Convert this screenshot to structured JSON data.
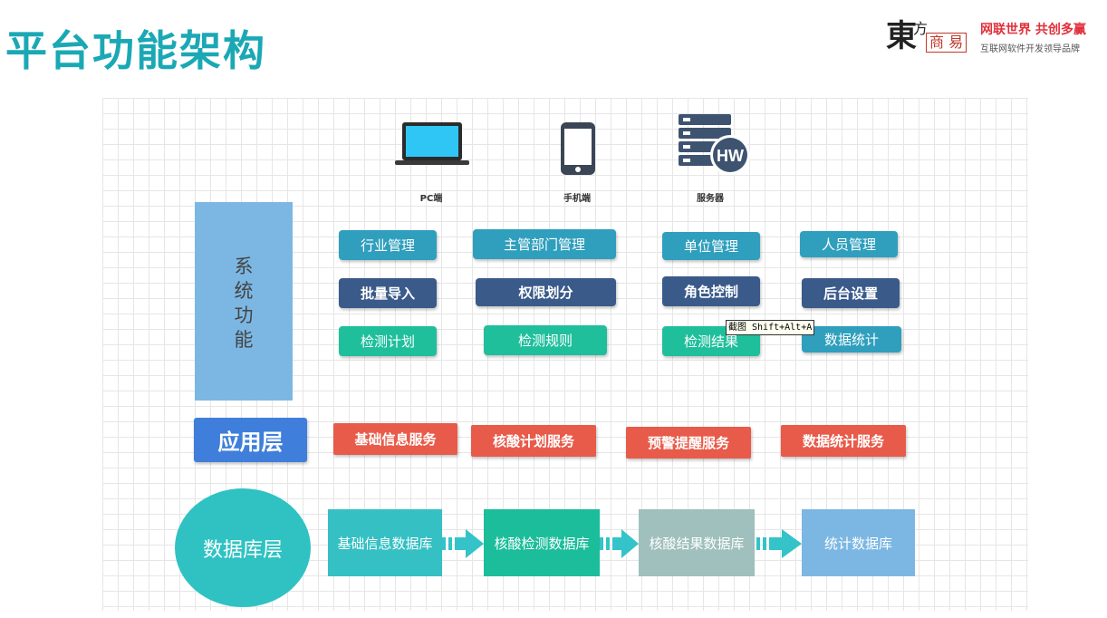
{
  "header": {
    "title": "平台功能架构"
  },
  "logo": {
    "mark": "東",
    "sub": "方",
    "seal": "商 易",
    "slogan": "网联世界 共创多赢",
    "tagline": "互联网软件开发领导品牌"
  },
  "devices": [
    {
      "label": "PC端",
      "icon": "laptop-icon"
    },
    {
      "label": "手机端",
      "icon": "phone-icon"
    },
    {
      "label": "服务器",
      "icon": "server-icon",
      "badge": "HW"
    }
  ],
  "system": {
    "label": "系\n统\n功\n能",
    "rows": [
      [
        "行业管理",
        "主管部门管理",
        "单位管理",
        "人员管理"
      ],
      [
        "批量导入",
        "权限划分",
        "角色控制",
        "后台设置"
      ],
      [
        "检测计划",
        "检测规则",
        "检测结果",
        "数据统计"
      ]
    ]
  },
  "application": {
    "label": "应用层",
    "services": [
      "基础信息服务",
      "核酸计划服务",
      "预警提醒服务",
      "数据统计服务"
    ]
  },
  "database": {
    "label": "数据库层",
    "stores": [
      "基础信息数据库",
      "核酸检测数据库",
      "核酸结果数据库",
      "统计数据库"
    ]
  },
  "tooltip": "截图 Shift+Alt+A",
  "colors": {
    "title": "#1ba8b5",
    "teal": "#2f9fbd",
    "navy": "#3a5a8a",
    "green": "#1fbf9c",
    "red": "#e85b4a",
    "app_layer": "#3f7fdb",
    "db_layer": "#30c2c2",
    "system_block": "#7cb7e3"
  }
}
